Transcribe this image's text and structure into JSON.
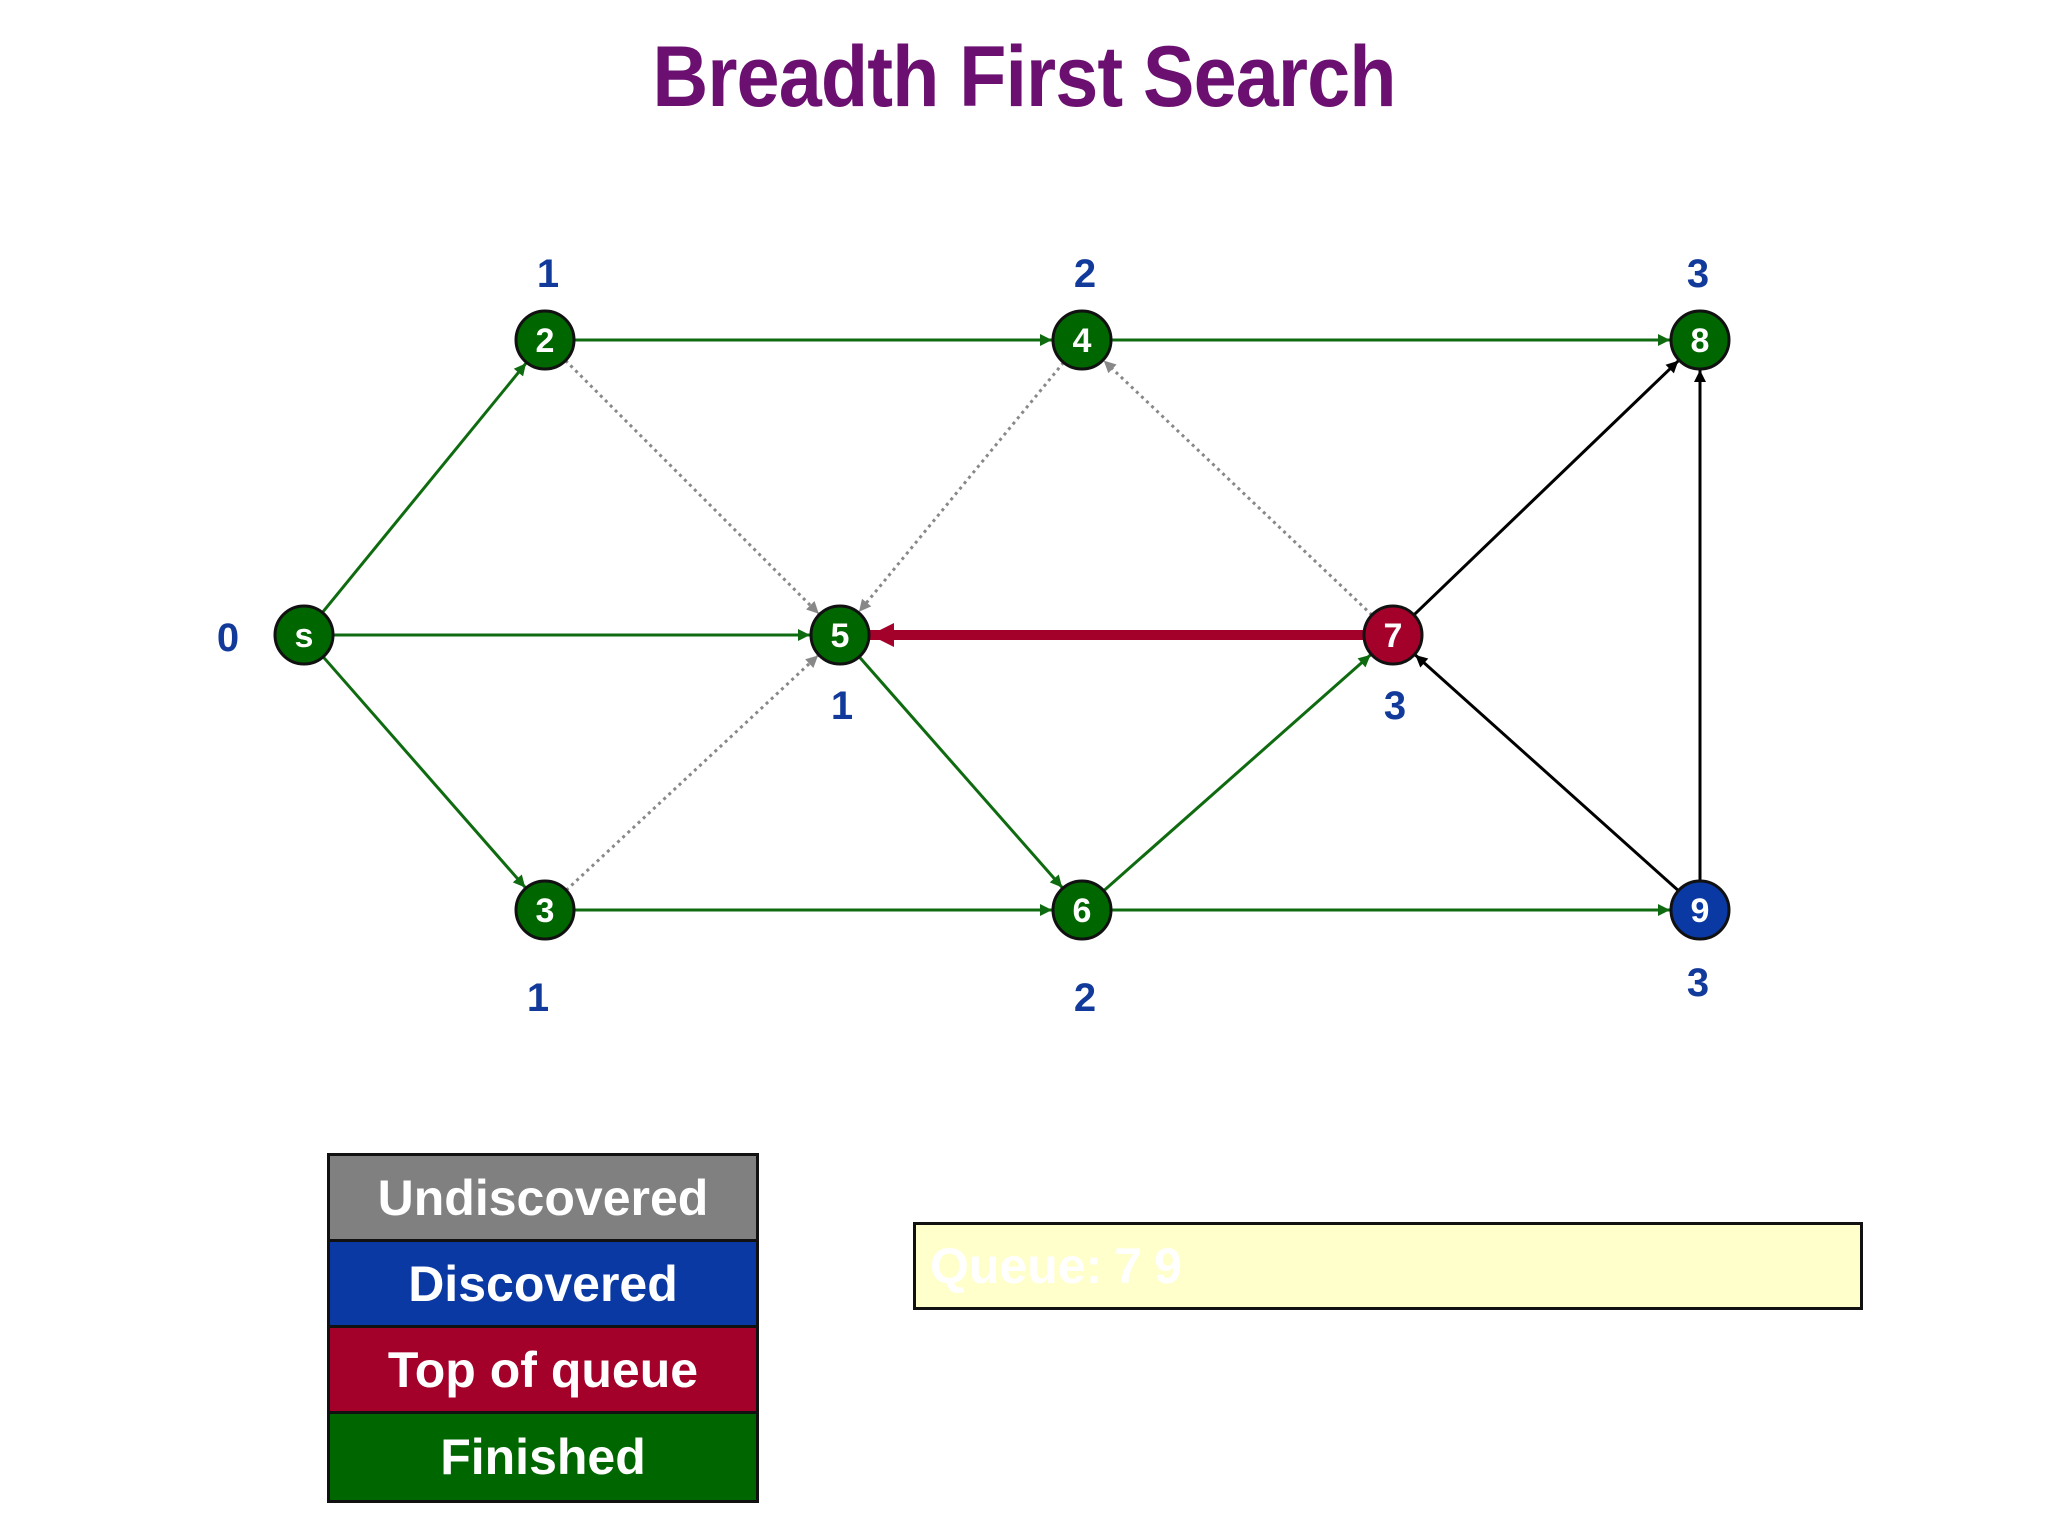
{
  "title": "Breadth First Search",
  "colors": {
    "undiscovered": "#808080",
    "discovered": "#0a39a3",
    "top_of_queue": "#a3002a",
    "finished": "#006600",
    "tree_edge": "#0f6b0f",
    "unexplored_edge": "#000000",
    "current_edge": "#a3002a",
    "non_tree_edge": "#888888",
    "title": "#6b1070"
  },
  "nodes": [
    {
      "id": "s",
      "label": "s",
      "distance": "0",
      "state": "finished"
    },
    {
      "id": "2",
      "label": "2",
      "distance": "1",
      "state": "finished"
    },
    {
      "id": "3",
      "label": "3",
      "distance": "1",
      "state": "finished"
    },
    {
      "id": "4",
      "label": "4",
      "distance": "2",
      "state": "finished"
    },
    {
      "id": "5",
      "label": "5",
      "distance": "1",
      "state": "finished"
    },
    {
      "id": "6",
      "label": "6",
      "distance": "2",
      "state": "finished"
    },
    {
      "id": "7",
      "label": "7",
      "distance": "3",
      "state": "top_of_queue"
    },
    {
      "id": "8",
      "label": "8",
      "distance": "3",
      "state": "finished"
    },
    {
      "id": "9",
      "label": "9",
      "distance": "3",
      "state": "discovered"
    }
  ],
  "edges": [
    {
      "from": "s",
      "to": "2",
      "kind": "tree_edge"
    },
    {
      "from": "s",
      "to": "5",
      "kind": "tree_edge"
    },
    {
      "from": "s",
      "to": "3",
      "kind": "tree_edge"
    },
    {
      "from": "2",
      "to": "4",
      "kind": "tree_edge"
    },
    {
      "from": "2",
      "to": "5",
      "kind": "non_tree_edge"
    },
    {
      "from": "4",
      "to": "8",
      "kind": "tree_edge"
    },
    {
      "from": "4",
      "to": "5",
      "kind": "non_tree_edge"
    },
    {
      "from": "3",
      "to": "5",
      "kind": "non_tree_edge"
    },
    {
      "from": "3",
      "to": "6",
      "kind": "tree_edge"
    },
    {
      "from": "5",
      "to": "6",
      "kind": "tree_edge"
    },
    {
      "from": "6",
      "to": "7",
      "kind": "tree_edge"
    },
    {
      "from": "6",
      "to": "9",
      "kind": "tree_edge"
    },
    {
      "from": "7",
      "to": "4",
      "kind": "non_tree_edge"
    },
    {
      "from": "7",
      "to": "5",
      "kind": "current_edge"
    },
    {
      "from": "7",
      "to": "8",
      "kind": "unexplored_edge"
    },
    {
      "from": "9",
      "to": "7",
      "kind": "unexplored_edge"
    },
    {
      "from": "9",
      "to": "8",
      "kind": "unexplored_edge"
    }
  ],
  "legend": [
    {
      "label": "Undiscovered",
      "state": "undiscovered"
    },
    {
      "label": "Discovered",
      "state": "discovered"
    },
    {
      "label": "Top of queue",
      "state": "top_of_queue"
    },
    {
      "label": "Finished",
      "state": "finished"
    }
  ],
  "queue": {
    "label": "Queue:",
    "items": [
      "7",
      "9"
    ]
  }
}
